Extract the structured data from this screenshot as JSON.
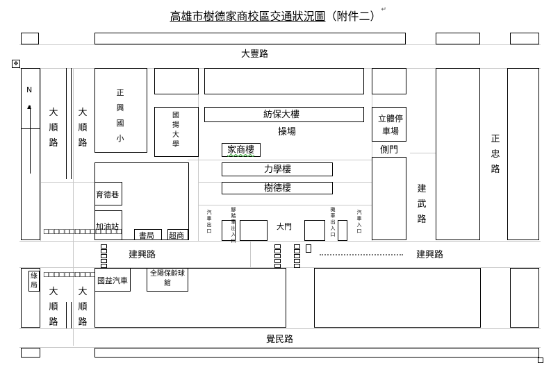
{
  "title": "高雄市樹德家商校區交通狀況圖",
  "title_suffix": "（附件二）",
  "north": "N",
  "roads": {
    "dashun_left_top": "大順路",
    "dashun_right_top": "大順路",
    "dashun_left_bottom": "大順路",
    "dashun_right_bottom": "大順路",
    "dabi": "大豐路",
    "jianxing_left": "建興路",
    "jianxing_right": "建興路",
    "jianwu": "建武路",
    "zhengzhong": "正忠路",
    "juemin": "覺民路"
  },
  "buildings": {
    "zhengxing": "正興國小",
    "guoyang": "國揚大學",
    "fangbao": "紡保大樓",
    "lili": "立體停車場",
    "caochang": "操場",
    "jiashang": "家商樓",
    "cemen": "側門",
    "lixue": "力學樓",
    "shude": "樹德樓",
    "yude": "育德巷",
    "gas": "加油站",
    "shop1": "書局",
    "shop2": "超商",
    "bus": "國益汽車",
    "bowling": "全陽保齡球館",
    "misc_left": "綠局",
    "gate": "大門"
  },
  "small_labels": {
    "moto1": "汽車出口",
    "moto2": "腳踏車出入口",
    "moto3": "機車出入口",
    "moto4": "汽車入口"
  },
  "crossing_text": "□□□□□□□□□□□□□□□"
}
